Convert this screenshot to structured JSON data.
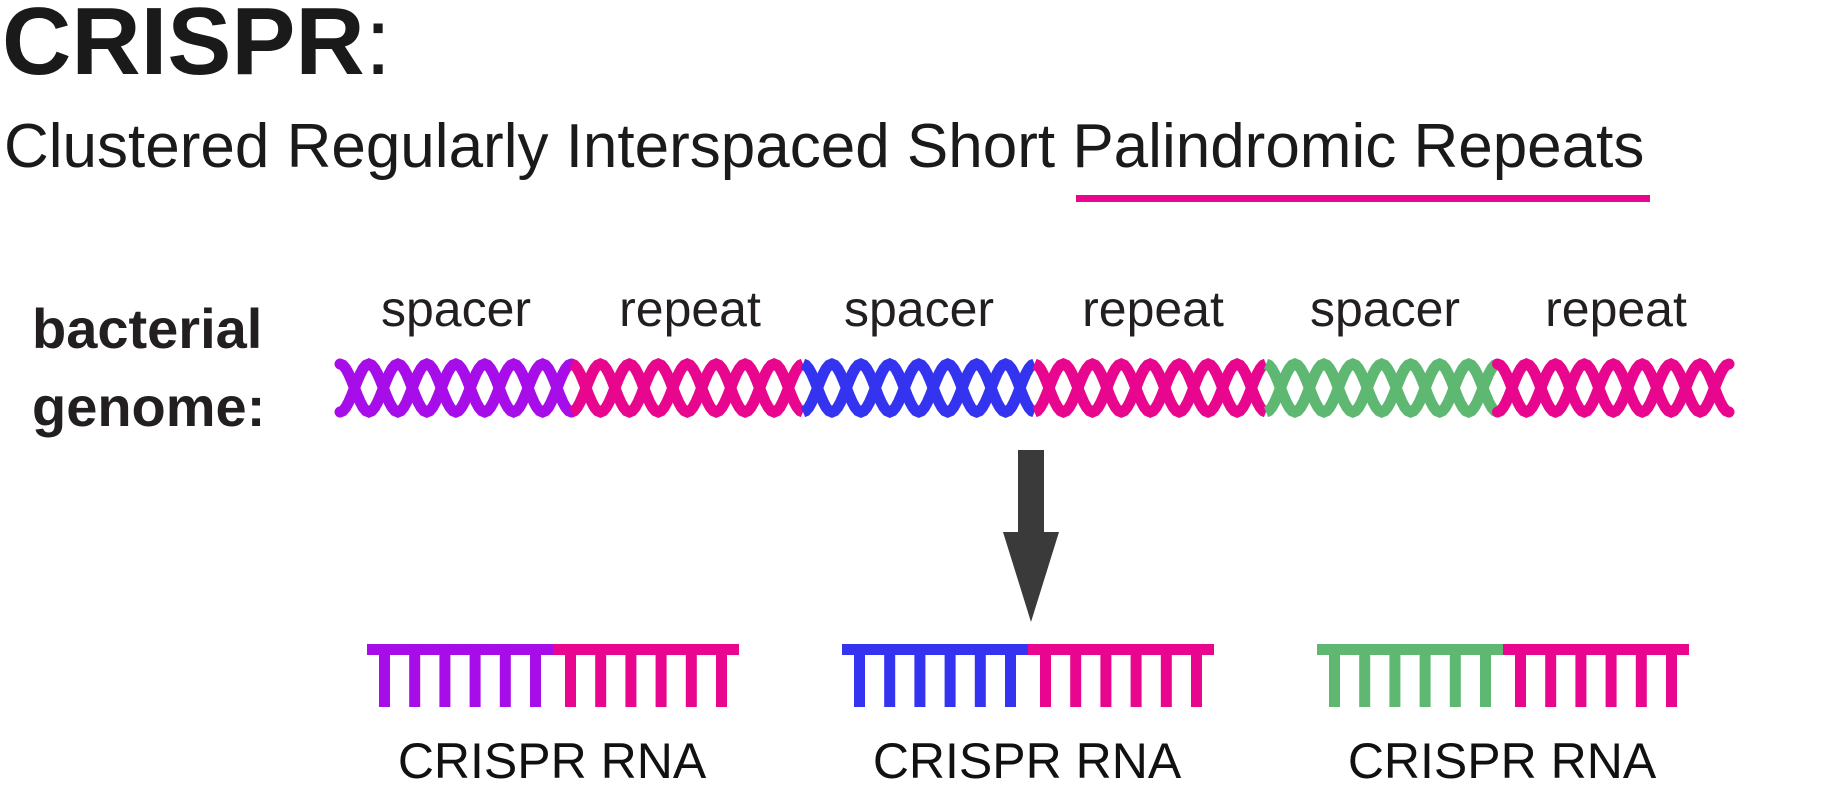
{
  "title": {
    "acronym": "CRISPR",
    "colon": ":"
  },
  "subtitle": {
    "prefix": "Clustered Regularly Interspaced Short ",
    "underlined": "Palindromic Repeats"
  },
  "genome_label": {
    "line1": "bacterial",
    "line2": "genome:"
  },
  "segments": [
    {
      "label": "spacer",
      "color": "#a60de8"
    },
    {
      "label": "repeat",
      "color": "#e8068f"
    },
    {
      "label": "spacer",
      "color": "#3333f0"
    },
    {
      "label": "repeat",
      "color": "#e8068f"
    },
    {
      "label": "spacer",
      "color": "#5fb872"
    },
    {
      "label": "repeat",
      "color": "#e8068f"
    }
  ],
  "rnas": [
    {
      "label": "CRISPR RNA",
      "spacer_color": "#a60de8",
      "repeat_color": "#e8068f"
    },
    {
      "label": "CRISPR RNA",
      "spacer_color": "#3333f0",
      "repeat_color": "#e8068f"
    },
    {
      "label": "CRISPR RNA",
      "spacer_color": "#5fb872",
      "repeat_color": "#e8068f"
    }
  ],
  "colors": {
    "arrow": "#3a3a3a",
    "underline": "#e8068f",
    "text": "#231f20"
  }
}
